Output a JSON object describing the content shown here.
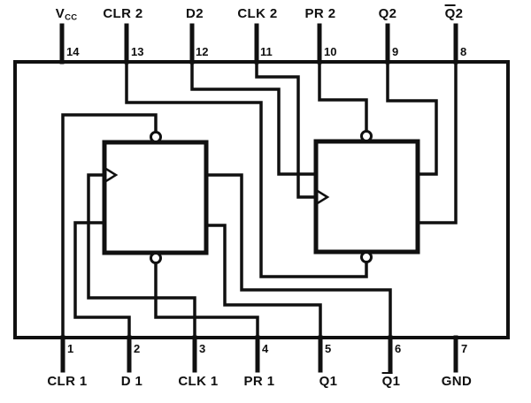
{
  "diagram": {
    "background": "#ffffff",
    "line_color": "#101010",
    "component": {
      "flip_flop_count": "2"
    },
    "top_pins": [
      {
        "num": "14",
        "label": "V",
        "label_sub": "CC"
      },
      {
        "num": "13",
        "label": "CLR 2"
      },
      {
        "num": "12",
        "label": "D2"
      },
      {
        "num": "11",
        "label": "CLK 2"
      },
      {
        "num": "10",
        "label": "PR 2"
      },
      {
        "num": "9",
        "label": "Q2"
      },
      {
        "num": "8",
        "label": "2",
        "label_bar": "Q"
      }
    ],
    "bottom_pins": [
      {
        "num": "1",
        "label": "CLR 1"
      },
      {
        "num": "2",
        "label": "D 1"
      },
      {
        "num": "3",
        "label": "CLK 1"
      },
      {
        "num": "4",
        "label": "PR 1"
      },
      {
        "num": "5",
        "label": "Q1"
      },
      {
        "num": "6",
        "label": "1",
        "label_bar": "Q"
      },
      {
        "num": "7",
        "label": "GND"
      }
    ]
  }
}
